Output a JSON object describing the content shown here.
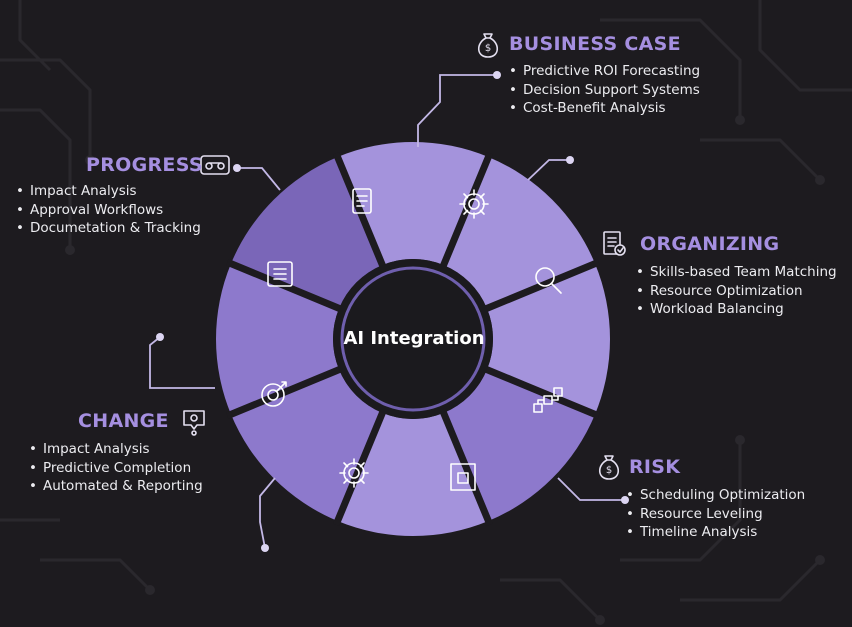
{
  "diagram": {
    "center_label": "AI Integration",
    "segment_icons": [
      "document-icon",
      "gear-icon",
      "magnifier-icon",
      "flowchart-icon",
      "frame-icon",
      "gear-icon",
      "target-icon",
      "list-icon"
    ]
  },
  "sections": {
    "business_case": {
      "title": "BUSINESS CASE",
      "icon": "money-bag-icon",
      "items": [
        "Predictive ROI Forecasting",
        "Decision Support Systems",
        "Cost-Benefit Analysis"
      ]
    },
    "organizing": {
      "title": "ORGANIZING",
      "icon": "document-check-icon",
      "items": [
        "Skills-based Team Matching",
        "Resource Optimization",
        "Workload Balancing"
      ]
    },
    "risk": {
      "title": "RISK",
      "icon": "money-bag-icon",
      "items": [
        "Scheduling Optimization",
        "Resource Leveling",
        "Timeline Analysis"
      ]
    },
    "change": {
      "title": "CHANGE",
      "icon": "person-badge-icon",
      "items": [
        "Impact Analysis",
        "Predictive Completion",
        "Automated & Reporting"
      ]
    },
    "progress": {
      "title": "PROGRESS",
      "icon": "tape-icon",
      "items": [
        "Impact Analysis",
        "Approval Workflows",
        "Documetation & Tracking"
      ]
    }
  },
  "colors": {
    "background": "#1d1b1f",
    "accent": "#a58fe0",
    "segment_light": "#a493dc",
    "segment_mid": "#8d79cc",
    "segment_dark": "#7a66b8",
    "text": "#ececf0"
  }
}
